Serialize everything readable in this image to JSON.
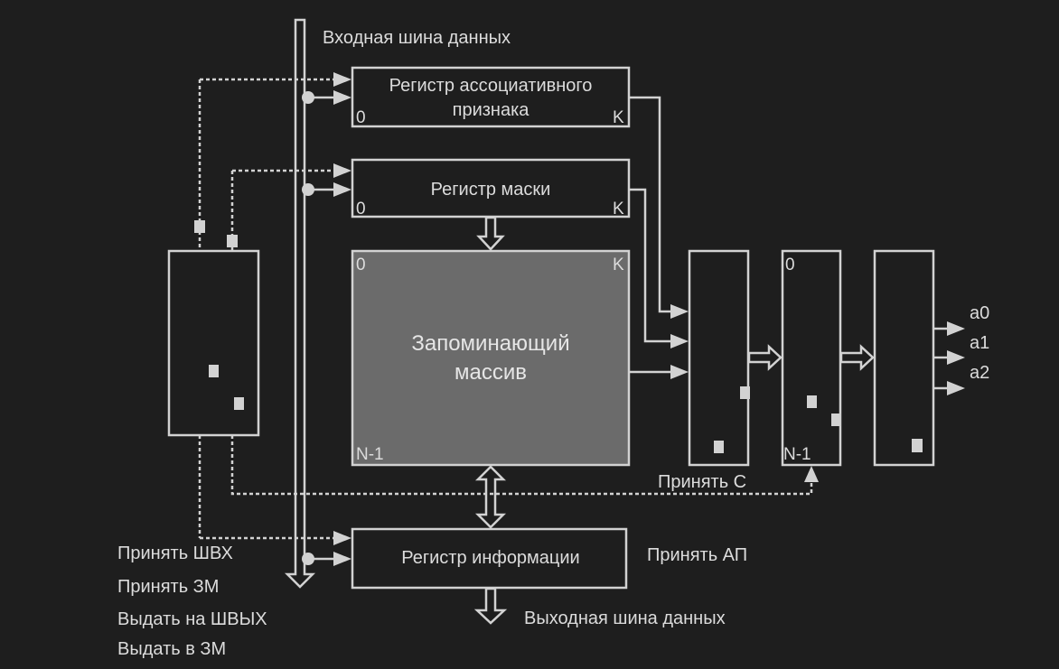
{
  "diagram": {
    "input_bus_label": "Входная шина данных",
    "output_bus_label": "Выходная шина данных",
    "registers": {
      "assoc": {
        "line1": "Регистр ассоциативного",
        "line2": "признака",
        "idx_left": "0",
        "idx_right": "K"
      },
      "mask": {
        "label": "Регистр маски",
        "idx_left": "0",
        "idx_right": "K"
      },
      "info": {
        "label": "Регистр информации"
      }
    },
    "memory_array": {
      "line1": "Запоминающий",
      "line2": "массив",
      "idx_top_left": "0",
      "idx_top_right": "K",
      "idx_bottom_left": "N-1"
    },
    "result_register": {
      "idx_top": "0",
      "idx_bottom": "N-1"
    },
    "outputs": [
      "a0",
      "a1",
      "a2"
    ],
    "signals": {
      "accept_c": "Принять С",
      "accept_ap": "Принять АП",
      "accept_input_bus": "Принять ШВХ",
      "accept_memory": "Принять ЗМ",
      "output_to_bus": "Выдать на ШВЫХ",
      "output_to_memory": "Выдать в ЗМ"
    },
    "colors": {
      "background": "#1e1e1e",
      "lines": "#d2d2d2",
      "memory_fill": "#6b6b6b"
    }
  }
}
